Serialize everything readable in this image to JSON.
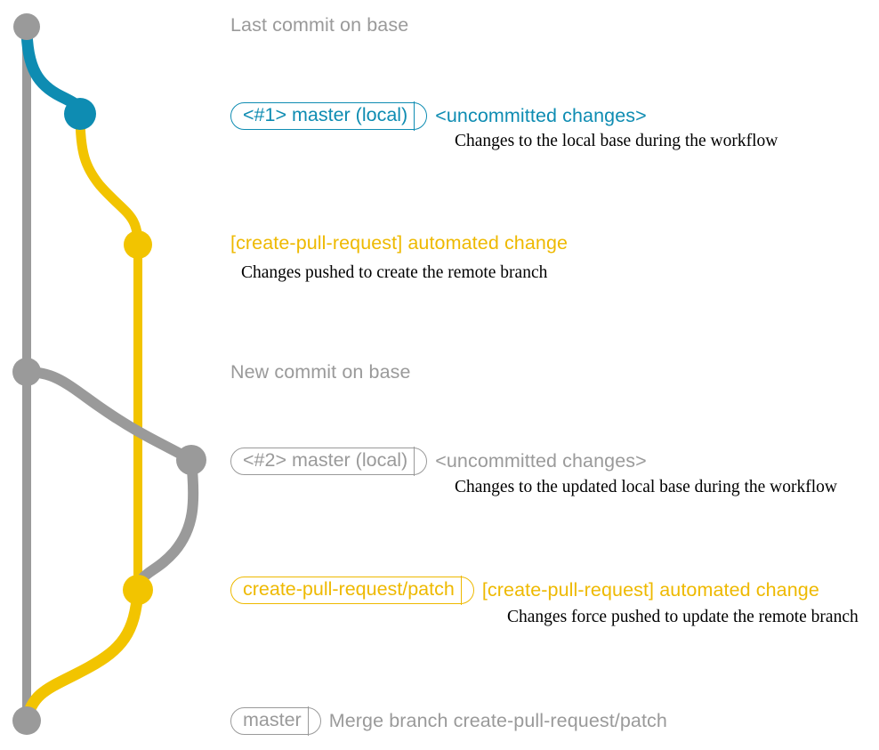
{
  "diagram": {
    "title": "git-branch-workflow-diagram",
    "colors": {
      "base_gray": "#9a9a9a",
      "local_blue": "#0e8cb2",
      "remote_yellow": "#f2c400",
      "label_amber": "#eeb900",
      "note_black": "#000000",
      "background": "#ffffff"
    }
  },
  "commits": [
    {
      "id": "base-last",
      "color_key": "base_gray",
      "badge": null,
      "headline": "Last commit on base",
      "note": null
    },
    {
      "id": "local-1",
      "color_key": "local_blue",
      "badge": "<#1> master (local)",
      "headline": "<uncommitted changes>",
      "note": "Changes to the local base during the workflow"
    },
    {
      "id": "remote-create",
      "color_key": "remote_yellow",
      "badge": null,
      "headline": "[create-pull-request] automated change",
      "note": "Changes pushed to create the remote branch"
    },
    {
      "id": "base-new",
      "color_key": "base_gray",
      "badge": null,
      "headline": "New commit on base",
      "note": null
    },
    {
      "id": "local-2",
      "color_key": "base_gray",
      "badge": "<#2> master (local)",
      "headline": "<uncommitted changes>",
      "note": "Changes to the updated local base during the workflow"
    },
    {
      "id": "remote-update",
      "color_key": "remote_yellow",
      "badge": "create-pull-request/patch",
      "headline": "[create-pull-request] automated change",
      "note": "Changes force pushed to update the remote branch"
    },
    {
      "id": "base-merge",
      "color_key": "base_gray",
      "badge": "master",
      "headline": "Merge branch create-pull-request/patch",
      "note": null
    }
  ]
}
